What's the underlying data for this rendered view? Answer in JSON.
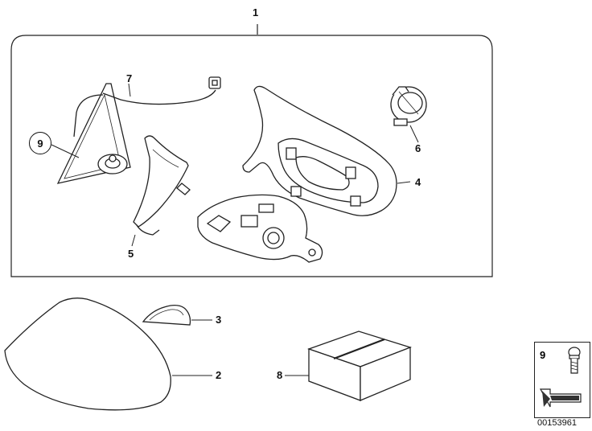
{
  "labels": {
    "l1": "1",
    "l2": "2",
    "l3": "3",
    "l4": "4",
    "l5": "5",
    "l6": "6",
    "l7": "7",
    "l8": "8",
    "l9": "9"
  },
  "legend": {
    "number": "9"
  },
  "doc_number": "00153961"
}
